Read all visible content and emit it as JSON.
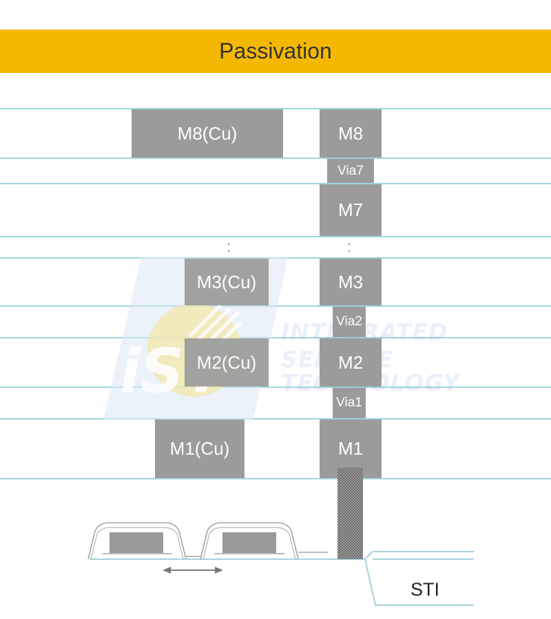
{
  "banner": {
    "label": "Passivation",
    "color": "#f5b800"
  },
  "colors": {
    "metal": "#9b9b9b",
    "dielectric_lines": "#9fd4dd"
  },
  "left_column": {
    "m8": "M8(Cu)",
    "m3": "M3(Cu)",
    "m2": "M2(Cu)",
    "m1": "M1(Cu)"
  },
  "right_column": {
    "m8": "M8",
    "via7": "Via7",
    "m7": "M7",
    "m3": "M3",
    "via2": "Via2",
    "m2": "M2",
    "via1": "Via1",
    "m1": "M1"
  },
  "ellipsis": ":",
  "sti": "STI",
  "watermark": {
    "logo": "iST",
    "lines": [
      "INTEGRATED",
      "SERVICE",
      "TECHNOLOGY"
    ]
  }
}
